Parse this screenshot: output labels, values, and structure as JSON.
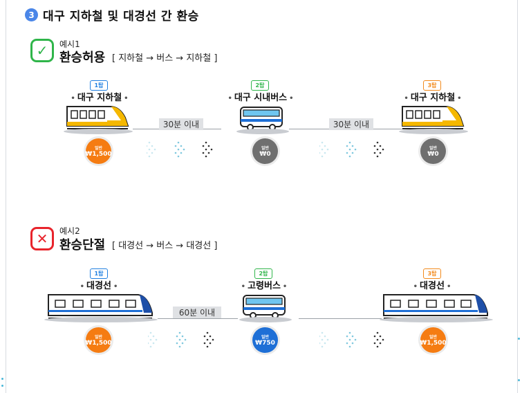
{
  "section": {
    "number": "3",
    "title": "대구 지하철 및 대경선 간 환승"
  },
  "example1": {
    "small": "예시1",
    "status": "환승허용",
    "route": "[ 지하철 → 버스 → 지하철 ]",
    "icon": "check-icon",
    "steps": [
      {
        "tag": "1탑",
        "label": "대구 지하철",
        "fare_type": "일반",
        "fare": "₩1,500",
        "fare_color": "#f57c12",
        "tag_color": "#1f7fe0"
      },
      {
        "tag": "2탑",
        "label": "대구 시내버스",
        "fare_type": "일반",
        "fare": "₩0",
        "fare_color": "#6f6f6f",
        "tag_color": "#2fb54a"
      },
      {
        "tag": "3탑",
        "label": "대구 지하철",
        "fare_type": "일반",
        "fare": "₩0",
        "fare_color": "#6f6f6f",
        "tag_color": "#f28a1c"
      }
    ],
    "gaps": [
      "30분 이내",
      "30분 이내"
    ]
  },
  "example2": {
    "small": "예시2",
    "status": "환승단절",
    "route": "[ 대경선 → 버스 → 대경선 ]",
    "icon": "x-icon",
    "steps": [
      {
        "tag": "1탑",
        "label": "대경선",
        "fare_type": "일반",
        "fare": "₩1,500",
        "fare_color": "#f57c12",
        "tag_color": "#1f7fe0"
      },
      {
        "tag": "2탑",
        "label": "고령버스",
        "fare_type": "일반",
        "fare": "₩750",
        "fare_color": "#1e6fd6",
        "tag_color": "#2fb54a"
      },
      {
        "tag": "3탑",
        "label": "대경선",
        "fare_type": "일반",
        "fare": "₩1,500",
        "fare_color": "#f57c12",
        "tag_color": "#f28a1c"
      }
    ],
    "gaps": [
      "60분 이내",
      ""
    ]
  }
}
